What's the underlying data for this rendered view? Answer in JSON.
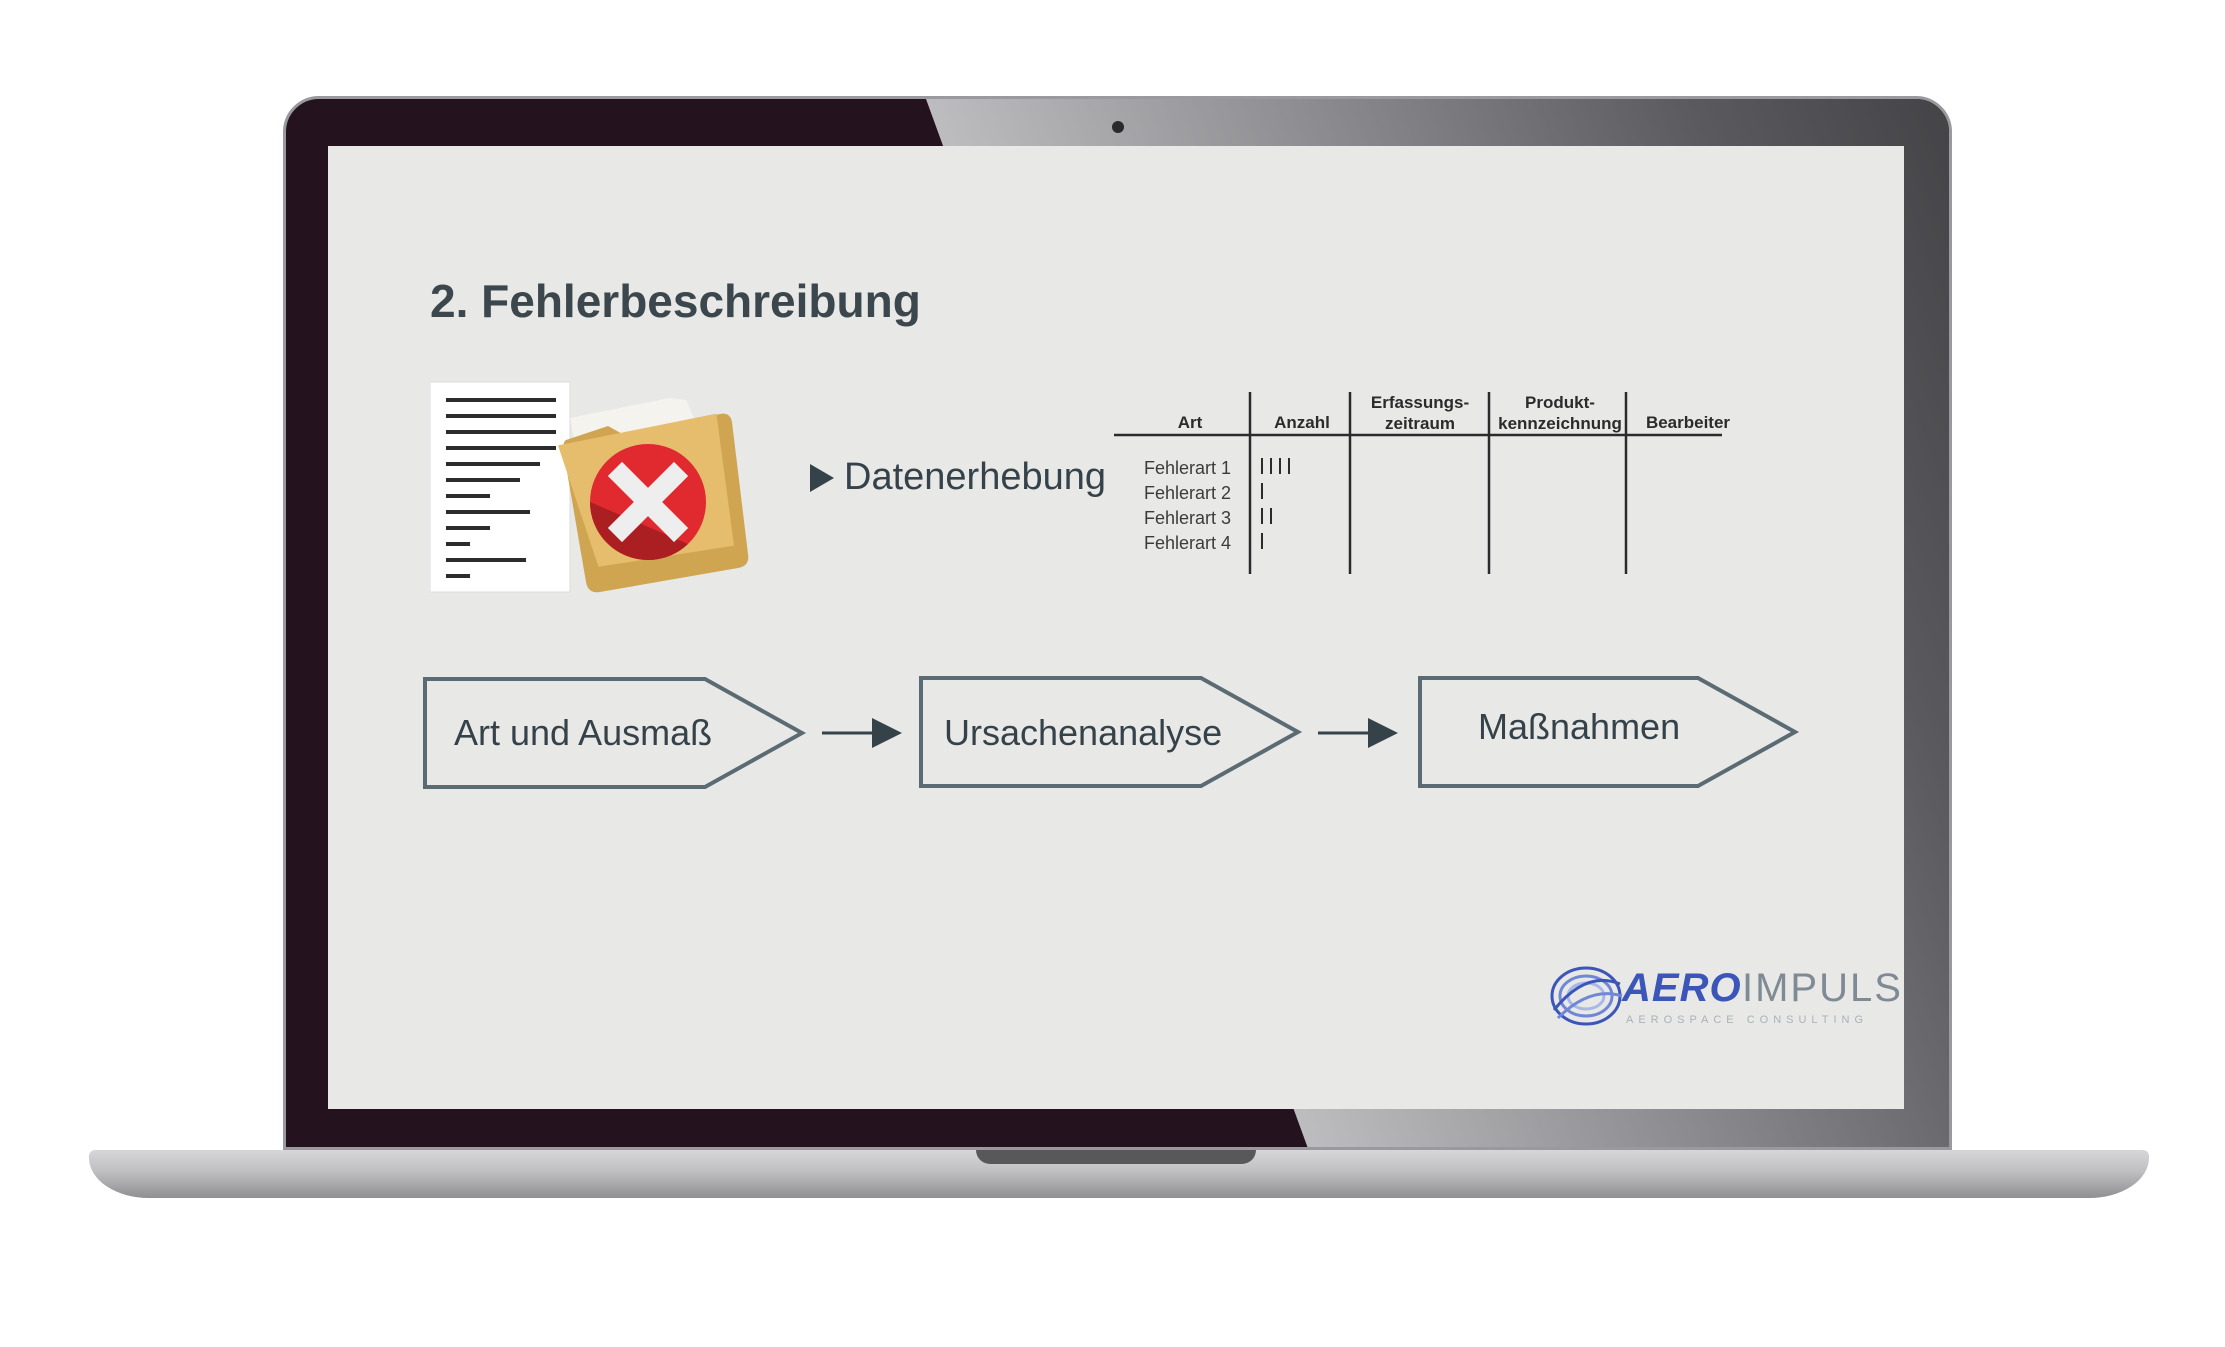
{
  "slide": {
    "title": "2. Fehlerbeschreibung",
    "datenerhebung_label": "Datenerhebung"
  },
  "table": {
    "headers": [
      "Art",
      "Anzahl",
      "Erfassungs-",
      "zeitraum",
      "Produkt-",
      "kennzeichnung",
      "Bearbeiter"
    ],
    "rows": [
      {
        "art": "Fehlerart 1",
        "tally": 4
      },
      {
        "art": "Fehlerart 2",
        "tally": 1
      },
      {
        "art": "Fehlerart 3",
        "tally": 2
      },
      {
        "art": "Fehlerart 4",
        "tally": 1
      }
    ]
  },
  "flow": {
    "steps": [
      "Art und Ausmaß",
      "Ursachenanalyse",
      "Maßnahmen"
    ]
  },
  "logo": {
    "aero": "AERO",
    "impulse": "IMPULSE",
    "subtitle": "AEROSPACE CONSULTING"
  },
  "colors": {
    "screen_bg": "#e8e9e7",
    "text": "#36424a",
    "arrow_outline": "#5b6b73",
    "x_red": "#d62027",
    "folder": "#e1b866",
    "logo_blue": "#3b56b8"
  },
  "icons": [
    "document-icon",
    "folder-error-icon",
    "play-icon",
    "arrow-right-icon",
    "logo-swirl-icon"
  ]
}
